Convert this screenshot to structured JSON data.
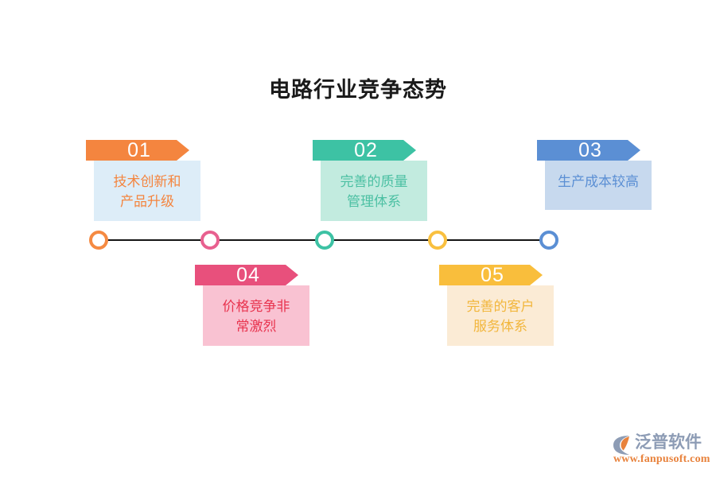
{
  "title": "电路行业竞争态势",
  "timeline": {
    "line_color": "#141414",
    "nodes": [
      {
        "name": "node-01",
        "color": "#F58A42"
      },
      {
        "name": "node-02",
        "color": "#E8608F"
      },
      {
        "name": "node-03",
        "color": "#3DC2A4"
      },
      {
        "name": "node-04",
        "color": "#F9C03F"
      },
      {
        "name": "node-05",
        "color": "#5B8FD4"
      }
    ]
  },
  "cards": [
    {
      "number": "01",
      "line1": "技术创新和",
      "line2": "产品升级",
      "banner_color": "#F4853F",
      "body_color": "#DDEDF8",
      "text_color": "#F4853F",
      "position": "above"
    },
    {
      "number": "02",
      "line1": "完善的质量",
      "line2": "管理体系",
      "banner_color": "#3DC2A4",
      "body_color": "#C2EBDF",
      "text_color": "#4CC0A3",
      "position": "above"
    },
    {
      "number": "03",
      "line1": "生产成本较高",
      "line2": "",
      "banner_color": "#5B8FD4",
      "body_color": "#C7D9EE",
      "text_color": "#5B8FD4",
      "position": "above"
    },
    {
      "number": "04",
      "line1": "价格竞争非",
      "line2": "常激烈",
      "banner_color": "#E8507C",
      "body_color": "#F9C2D2",
      "text_color": "#E8344F",
      "position": "below"
    },
    {
      "number": "05",
      "line1": "完善的客户",
      "line2": "服务体系",
      "banner_color": "#F9BE3C",
      "body_color": "#FBEBD5",
      "text_color": "#F2B63C",
      "position": "below"
    }
  ],
  "logo": {
    "brand": "泛普软件",
    "url": "www.fanpusoft.com",
    "brand_color": "#8d9cb5",
    "url_color": "#e8823c"
  }
}
